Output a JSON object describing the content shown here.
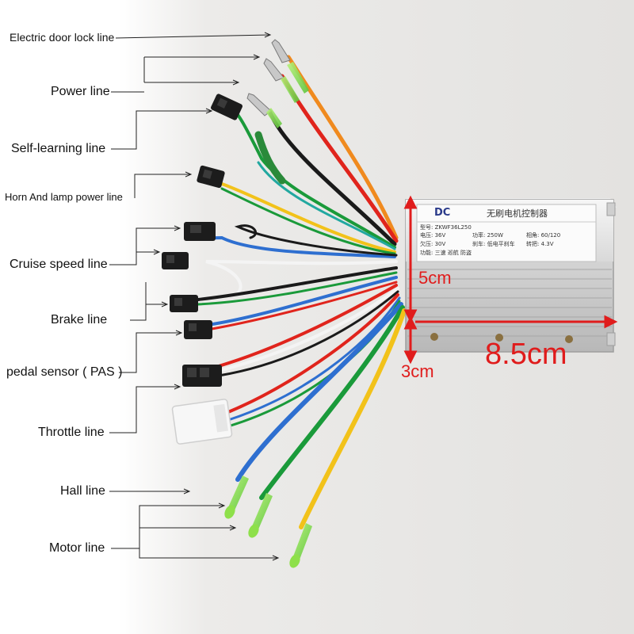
{
  "labels": {
    "door_lock": "Electric door lock line",
    "power": "Power line",
    "self_learning": "Self-learning line",
    "horn_lamp": "Horn And lamp power line",
    "cruise": "Cruise speed line",
    "brake": "Brake line",
    "pas": "pedal sensor ( PAS )",
    "throttle": "Throttle line",
    "hall": "Hall line",
    "motor": "Motor line"
  },
  "dimensions": {
    "height": "5cm",
    "depth": "3cm",
    "length": "8.5cm"
  },
  "nameplate": {
    "logo": "DC",
    "title": "无刷电机控制器",
    "model": "型号: ZKWF36L250",
    "voltage": "电压: 36V",
    "power": "功率: 250W",
    "phase": "相角: 60/120",
    "undervoltage": "欠压: 30V",
    "brake": "刹车: 低电平刹车",
    "throttle": "转把: 4.3V",
    "function": "功能:  三速  巡航  防盗"
  },
  "colors": {
    "accent": "#e01c1c",
    "wire_red": "#e0241c",
    "wire_orange": "#f08a1e",
    "wire_black": "#1a1a1a",
    "wire_green": "#1a9a3a",
    "wire_yellow": "#f2c21a",
    "wire_blue": "#2e6fd0",
    "wire_white": "#f4f4f4",
    "connector_green": "#8ee04a"
  }
}
